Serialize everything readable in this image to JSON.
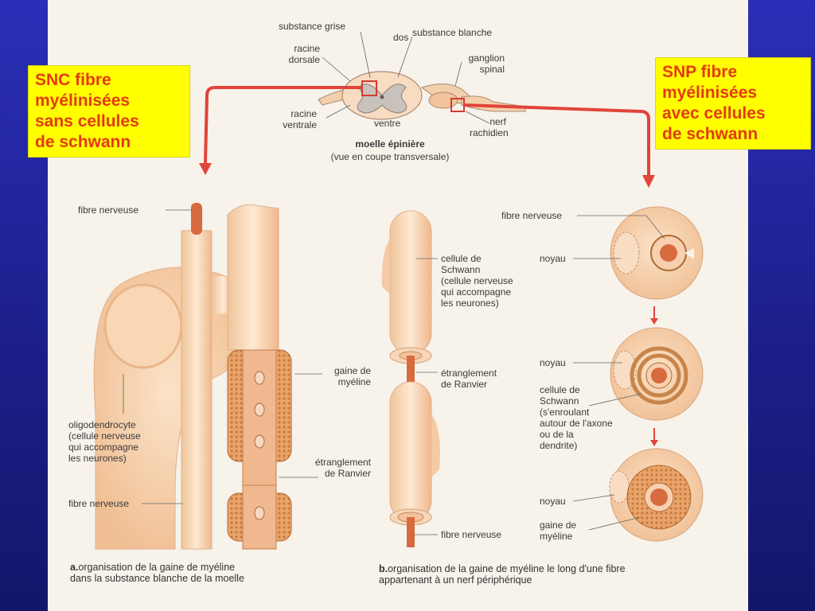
{
  "callouts": {
    "snc": "SNC fibre\nmyélinisées\nsans cellules\nde schwann",
    "snp": "SNP fibre\nmyélinisées\navec cellules\nde schwann"
  },
  "top_diagram": {
    "substance_grise": "substance grise",
    "dos": "dos",
    "substance_blanche": "substance blanche",
    "racine_dorsale": "racine\ndorsale",
    "ganglion_spinal": "ganglion\nspinal",
    "racine_ventrale": "racine\nventrale",
    "ventre": "ventre",
    "nerf_rachidien": "nerf\nrachidien",
    "title": "moelle épinière",
    "subtitle": "(vue en coupe transversale)"
  },
  "panel_a": {
    "fibre_nerveuse_top": "fibre nerveuse",
    "gaine": "gaine de\nmyéline",
    "oligodendrocyte": "oligodendrocyte\n(cellule nerveuse\nqui accompagne\nles neurones)",
    "etranglement": "étranglement\nde Ranvier",
    "fibre_nerveuse_bottom": "fibre nerveuse",
    "caption_letter": "a.",
    "caption": "organisation de la gaine de myéline\ndans la substance blanche de la moelle"
  },
  "panel_b": {
    "cellule_schwann": "cellule de\nSchwann\n(cellule nerveuse\nqui accompagne\nles neurones)",
    "etranglement": "étranglement\nde Ranvier",
    "fibre_nerveuse": "fibre nerveuse",
    "caption_letter": "b.",
    "caption": "organisation de la gaine de myéline le long d'une fibre\nappartenant à un nerf périphérique"
  },
  "panel_c": {
    "fibre_nerveuse": "fibre nerveuse",
    "noyau_1": "noyau",
    "noyau_2": "noyau",
    "cellule_schwann": "cellule de\nSchwann\n(s'enroulant\nautour de l'axone\nou de la\ndendrite)",
    "noyau_3": "noyau",
    "gaine": "gaine de\nmyéline"
  },
  "colors": {
    "background": "#1c1f8a",
    "callout_bg": "#ffff00",
    "callout_text": "#e53a10",
    "arrow": "#e0443a",
    "tissue": "#f3c9a0",
    "axon": "#d76a3e"
  }
}
